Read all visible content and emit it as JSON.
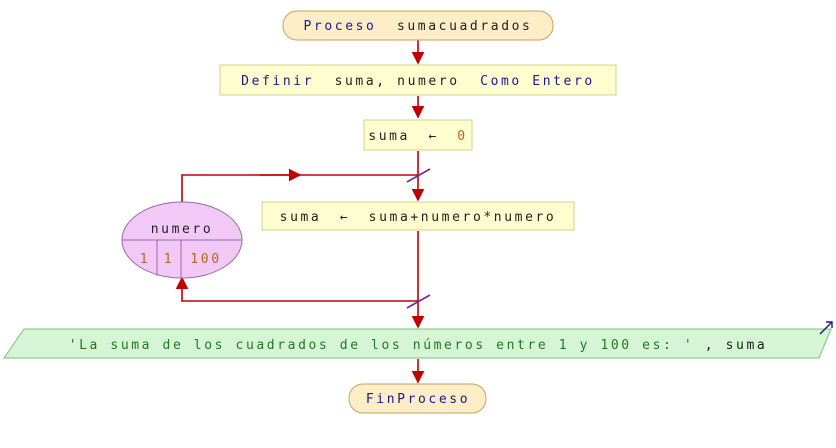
{
  "flowchart": {
    "start": {
      "keyword": "Proceso",
      "name": "sumacuadrados"
    },
    "define": {
      "keyword": "Definir",
      "vars": "suma, numero",
      "keyword2": "Como Entero"
    },
    "assign_init": {
      "var": "suma",
      "arrow": "←",
      "value": "0"
    },
    "loop": {
      "var": "numero",
      "start": "1",
      "step": "1",
      "end": "100"
    },
    "assign_body": {
      "var": "suma",
      "arrow": "←",
      "expr": "suma+numero*numero"
    },
    "output": {
      "string": "'La suma de los cuadrados de los números entre 1 y 100 es: '",
      "rest": ", suma"
    },
    "end": {
      "keyword": "FinProceso"
    }
  },
  "colors": {
    "terminator_fill": "#fdeec8",
    "terminator_stroke": "#c9a25c",
    "process_fill": "#fdfdd0",
    "process_stroke": "#d6d28a",
    "loop_fill": "#f2c9f6",
    "loop_stroke": "#9a6aa6",
    "output_fill": "#d5f5d5",
    "output_stroke": "#7cc07c",
    "connector": "#c00000",
    "loop_mark": "#6a2aa0",
    "output_arrow": "#1a1a8c"
  }
}
